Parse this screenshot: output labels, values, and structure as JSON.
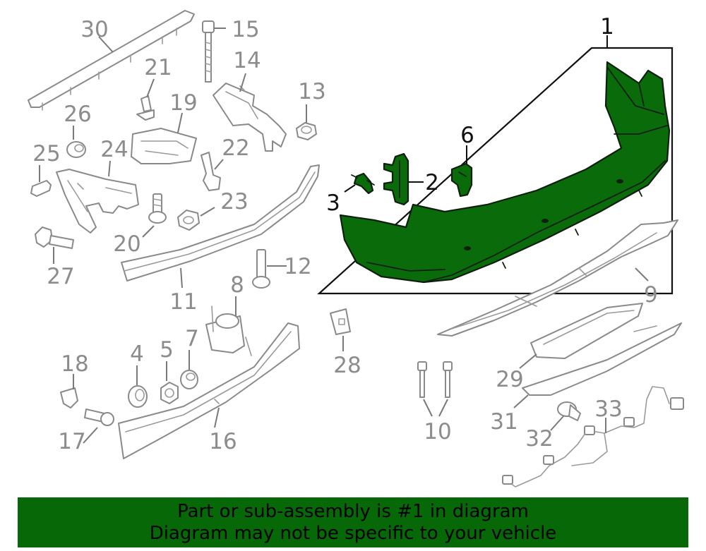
{
  "callouts": {
    "c1": "1",
    "c2": "2",
    "c3": "3",
    "c4": "4",
    "c5": "5",
    "c6": "6",
    "c7": "7",
    "c8": "8",
    "c9": "9",
    "c10": "10",
    "c11": "11",
    "c12": "12",
    "c13": "13",
    "c14": "14",
    "c15": "15",
    "c16": "16",
    "c17": "17",
    "c18": "18",
    "c19": "19",
    "c20": "20",
    "c21": "21",
    "c22": "22",
    "c23": "23",
    "c24": "24",
    "c25": "25",
    "c26": "26",
    "c27": "27",
    "c28": "28",
    "c29": "29",
    "c30": "30",
    "c31": "31",
    "c32": "32",
    "c33": "33"
  },
  "banner": {
    "line1": "Part or sub-assembly is #1 in diagram",
    "line2": "Diagram may not be specific to your vehicle"
  },
  "colors": {
    "highlight": "#0a6b0a",
    "banner": "#076807",
    "line_art": "#8a8a8a"
  }
}
